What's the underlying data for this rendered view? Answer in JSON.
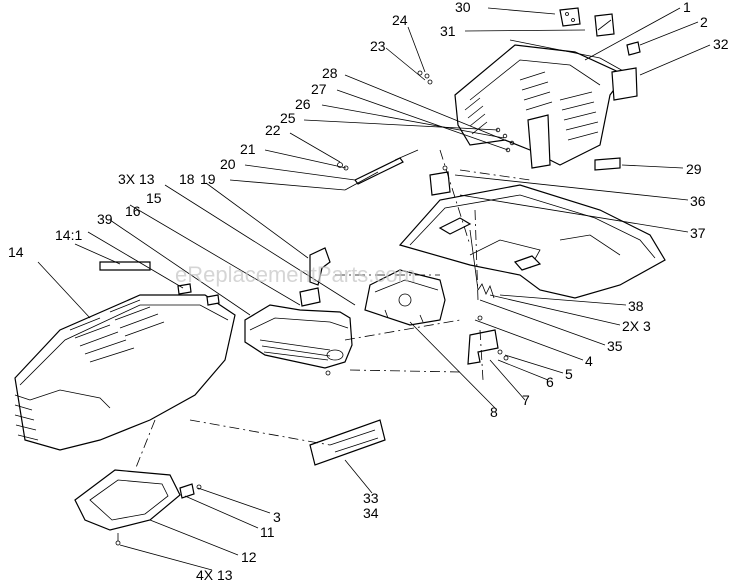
{
  "watermark": "eReplacementParts.com",
  "labels": {
    "l30": "30",
    "l31": "31",
    "l1": "1",
    "l2": "2",
    "l32": "32",
    "l24": "24",
    "l23": "23",
    "l28": "28",
    "l27": "27",
    "l26": "26",
    "l25": "25",
    "l22": "22",
    "l21": "21",
    "l20": "20",
    "l19": "19",
    "l18": "18",
    "l3x13": "3X 13",
    "l16": "16",
    "l15": "15",
    "l39": "39",
    "l14_1": "14:1",
    "l14": "14",
    "l29": "29",
    "l36": "36",
    "l37": "37",
    "l38": "38",
    "l2x3": "2X 3",
    "l35": "35",
    "l4": "4",
    "l5": "5",
    "l6": "6",
    "l7": "7",
    "l8": "8",
    "l33": "33",
    "l34": "34",
    "l3": "3",
    "l11": "11",
    "l12": "12",
    "l4x13": "4X 13"
  }
}
